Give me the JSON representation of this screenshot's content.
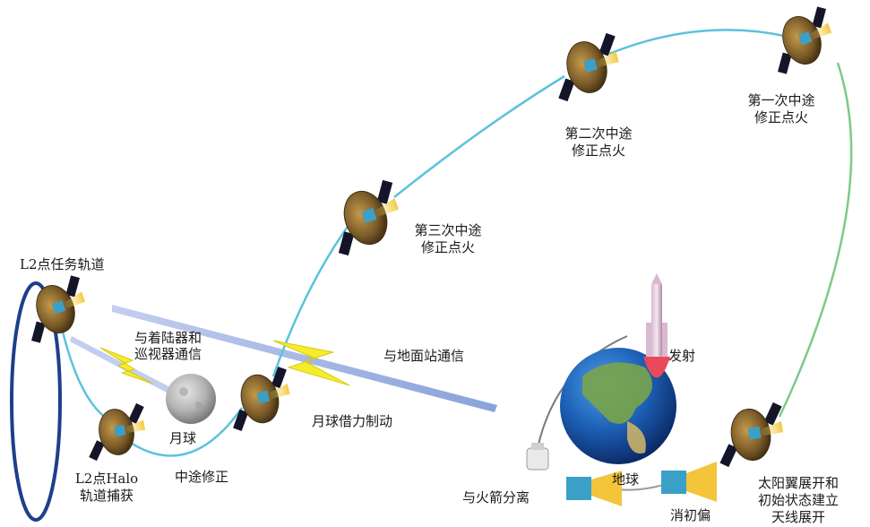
{
  "labels": {
    "l2_orbit": "L2点任务轨道",
    "lander_comm_1": "与着陆器和",
    "lander_comm_2": "巡视器通信",
    "ground_comm": "与地面站通信",
    "moon": "月球",
    "lunar_brake": "月球借力制动",
    "mid_correction": "中途修正",
    "halo_1": "L2点Halo",
    "halo_2": "轨道捕获",
    "tcm3_1": "第三次中途",
    "tcm3_2": "修正点火",
    "tcm2_1": "第二次中途",
    "tcm2_2": "修正点火",
    "tcm1_1": "第一次中途",
    "tcm1_2": "修正点火",
    "launch": "发射",
    "earth": "地球",
    "separation": "与火箭分离",
    "despin": "消初偏",
    "deploy_1": "太阳翼展开和",
    "deploy_2": "初始状态建立",
    "deploy_3": "天线展开"
  },
  "colors": {
    "trajectory": "#5bc2dc",
    "green_trajectory": "#7ec98a",
    "halo_orbit": "#1e3f8a",
    "lightning": "#f4ee2a",
    "comm_beam": "#6f8fd0",
    "dish": "#7a5a28",
    "solar_panel": "#15152a",
    "earth_ocean": "#1c5fb5",
    "moon": "#b9b9b9"
  }
}
